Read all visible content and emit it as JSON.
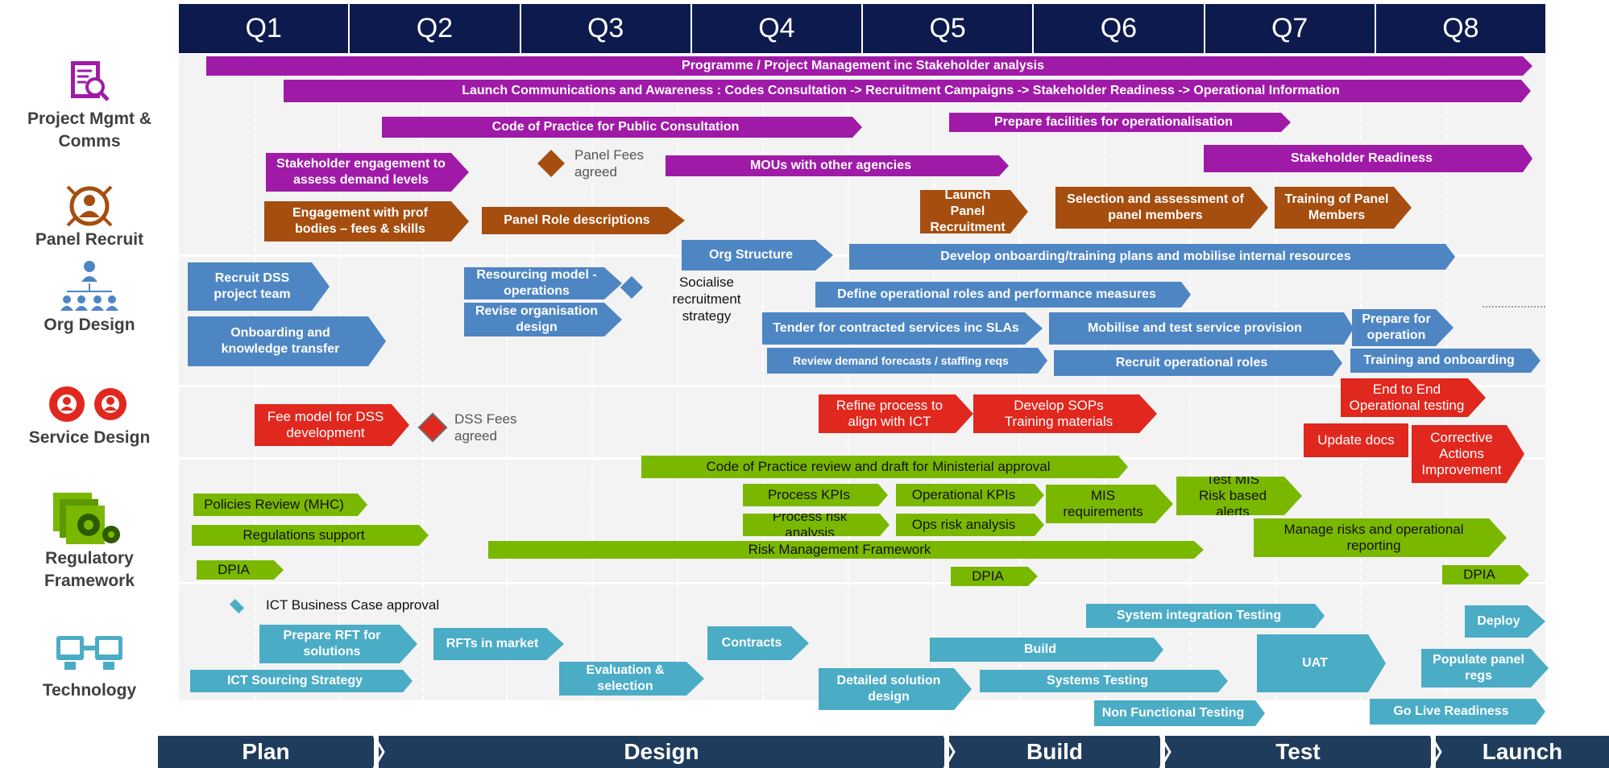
{
  "quarters": [
    "Q1",
    "Q2",
    "Q3",
    "Q4",
    "Q5",
    "Q6",
    "Q7",
    "Q8"
  ],
  "lanes": [
    {
      "label": "Project Mgmt &\nComms",
      "icon": "project-management-icon"
    },
    {
      "label": "Panel Recruit",
      "icon": "panel-recruit-icon"
    },
    {
      "label": "Org Design",
      "icon": "org-chart-icon"
    },
    {
      "label": "Service Design",
      "icon": "gears-people-icon"
    },
    {
      "label": "Regulatory\nFramework",
      "icon": "regulatory-gears-icon"
    },
    {
      "label": "Technology",
      "icon": "computers-icon"
    }
  ],
  "tasks": {
    "pm1": "Programme / Project Management inc Stakeholder analysis",
    "pm2": "Launch Communications and Awareness : Codes Consultation -> Recruitment Campaigns -> Stakeholder Readiness -> Operational Information",
    "pm3": "Code of Practice for Public Consultation",
    "pm4": "Prepare facilities for operationalisation",
    "pm5": "Stakeholder engagement to\nassess demand levels",
    "pm6": "MOUs with other agencies",
    "pm7": "Stakeholder Readiness",
    "pr1": "Engagement with prof\nbodies – fees & skills",
    "pr2": "Panel Role descriptions",
    "pr3": "Launch Panel\nRecruitment",
    "pr4": "Selection and assessment of\npanel members",
    "pr5": "Training of Panel\nMembers",
    "od1": "Org Structure",
    "od2": "Develop onboarding/training plans and mobilise internal resources",
    "od3": "Recruit DSS\nproject team",
    "od4": "Resourcing model -\noperations",
    "od5": "Define operational roles and performance measures",
    "od6": "Revise organisation\ndesign",
    "od7": "Onboarding and\nknowledge transfer",
    "od8": "Tender for contracted services inc SLAs",
    "od9": "Mobilise and test service provision",
    "od10": "Prepare for\noperation",
    "od11": "Review demand forecasts / staffing reqs",
    "od12": "Recruit operational roles",
    "od13": "Training and onboarding",
    "sd1": "Fee model for DSS\ndevelopment",
    "sd2": "Refine process to\nalign with ICT",
    "sd3": "Develop  SOPs\nTraining materials",
    "sd4": "End to End\nOperational testing",
    "sd5": "Update docs",
    "sd6": "Corrective\nActions\nImprovement",
    "rf1": "Code of Practice review and draft for Ministerial approval",
    "rf2": "Policies Review (MHC)",
    "rf3": "Process KPIs",
    "rf4": "Operational KPIs",
    "rf5": "MIS\nrequirements",
    "rf6": "Test MIS\nRisk based alerts",
    "rf7": "Regulations support",
    "rf8": "Process risk analysis",
    "rf9": "Ops risk analysis",
    "rf10": "Manage risks and operational\nreporting",
    "rf11": "Risk Management Framework",
    "rf12": "DPIA",
    "rf13": "DPIA",
    "rf14": "DPIA",
    "tc1": "System integration Testing",
    "tc2": "Prepare RFT for\nsolutions",
    "tc3": "RFTs  in market",
    "tc4": "Contracts",
    "tc5": "Deploy",
    "tc6": "Build",
    "tc7": "UAT",
    "tc8": "Populate panel\nregs",
    "tc9": "Evaluation &\nselection",
    "tc10": "ICT Sourcing Strategy",
    "tc11": "Detailed solution\ndesign",
    "tc12": "Systems Testing",
    "tc13": "Non Functional Testing",
    "tc14": "Go Live Readiness"
  },
  "milestones": {
    "panel_fees": "Panel Fees\nagreed",
    "socialise": "Socialise\nrecruitment\nstrategy",
    "dss_fees": "DSS Fees\nagreed",
    "ict_case": "ICT Business Case approval"
  },
  "phases": [
    "Plan",
    "Design",
    "Build",
    "Test",
    "Launch"
  ],
  "colors": {
    "header": "#0c1a4e",
    "project_mgmt": "#a01aa8",
    "panel_recruit": "#a54e0f",
    "org_design": "#4e86c4",
    "service_design": "#e0281f",
    "regulatory": "#7ab800",
    "technology": "#4bacc6",
    "phase_bar": "#1f3c5c"
  }
}
